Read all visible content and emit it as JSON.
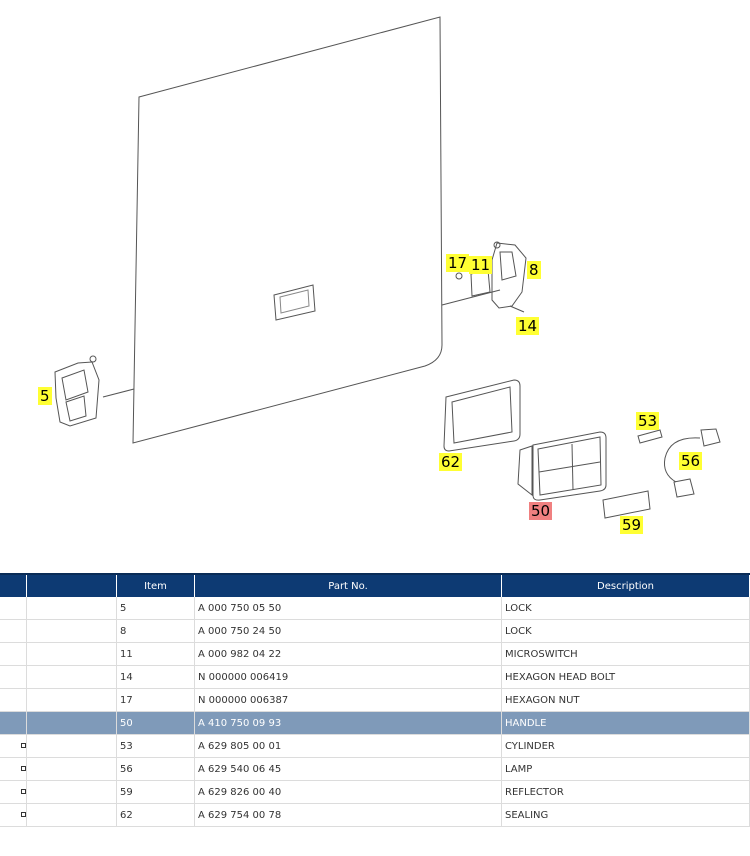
{
  "diagram": {
    "callouts": [
      {
        "label": "17",
        "active": false
      },
      {
        "label": "11",
        "active": false
      },
      {
        "label": "8",
        "active": false
      },
      {
        "label": "14",
        "active": false
      },
      {
        "label": "5",
        "active": false
      },
      {
        "label": "53",
        "active": false
      },
      {
        "label": "62",
        "active": false
      },
      {
        "label": "56",
        "active": false
      },
      {
        "label": "50",
        "active": true
      },
      {
        "label": "59",
        "active": false
      }
    ]
  },
  "table": {
    "headers": {
      "item": "Item",
      "part_no": "Part No.",
      "description": "Description"
    },
    "rows": [
      {
        "item": "5",
        "part_no": "A 000 750 05 50",
        "description": "LOCK",
        "marker": false,
        "selected": false
      },
      {
        "item": "8",
        "part_no": "A 000 750 24 50",
        "description": "LOCK",
        "marker": false,
        "selected": false
      },
      {
        "item": "11",
        "part_no": "A 000 982 04 22",
        "description": "MICROSWITCH",
        "marker": false,
        "selected": false
      },
      {
        "item": "14",
        "part_no": "N 000000 006419",
        "description": "HEXAGON HEAD BOLT",
        "marker": false,
        "selected": false
      },
      {
        "item": "17",
        "part_no": "N 000000 006387",
        "description": "HEXAGON NUT",
        "marker": false,
        "selected": false
      },
      {
        "item": "50",
        "part_no": "A 410 750 09 93",
        "description": "HANDLE",
        "marker": false,
        "selected": true
      },
      {
        "item": "53",
        "part_no": "A 629 805 00 01",
        "description": "CYLINDER",
        "marker": true,
        "selected": false
      },
      {
        "item": "56",
        "part_no": "A 629 540 06 45",
        "description": "LAMP",
        "marker": true,
        "selected": false
      },
      {
        "item": "59",
        "part_no": "A 629 826 00 40",
        "description": "REFLECTOR",
        "marker": true,
        "selected": false
      },
      {
        "item": "62",
        "part_no": "A 629 754 00 78",
        "description": "SEALING",
        "marker": true,
        "selected": false
      }
    ]
  },
  "colors": {
    "header_bg": "#0d3a73",
    "selected_bg": "#7f9ab9",
    "callout": "#ffff33",
    "callout_active": "#f08080"
  }
}
